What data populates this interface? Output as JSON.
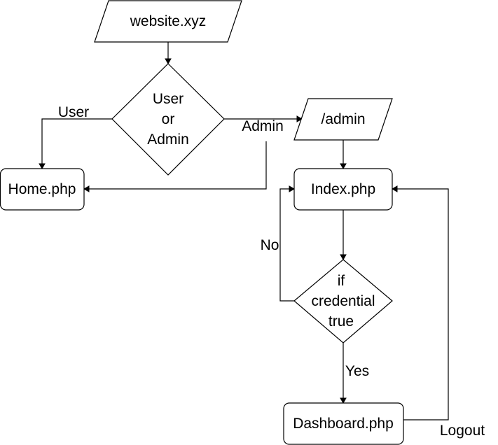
{
  "nodes": {
    "website": "website.xyz",
    "decision_user": [
      "User",
      "or",
      "Admin"
    ],
    "admin_path": "/admin",
    "home": "Home.php",
    "index": "Index.php",
    "decision_cred": [
      "if",
      "credential",
      "true"
    ],
    "dashboard": "Dashboard.php"
  },
  "edges": {
    "user": "User",
    "admin": "Admin",
    "no": "No",
    "yes": "Yes",
    "logout": "Logout"
  },
  "colors": {
    "stroke": "#000000",
    "fill": "#ffffff"
  }
}
